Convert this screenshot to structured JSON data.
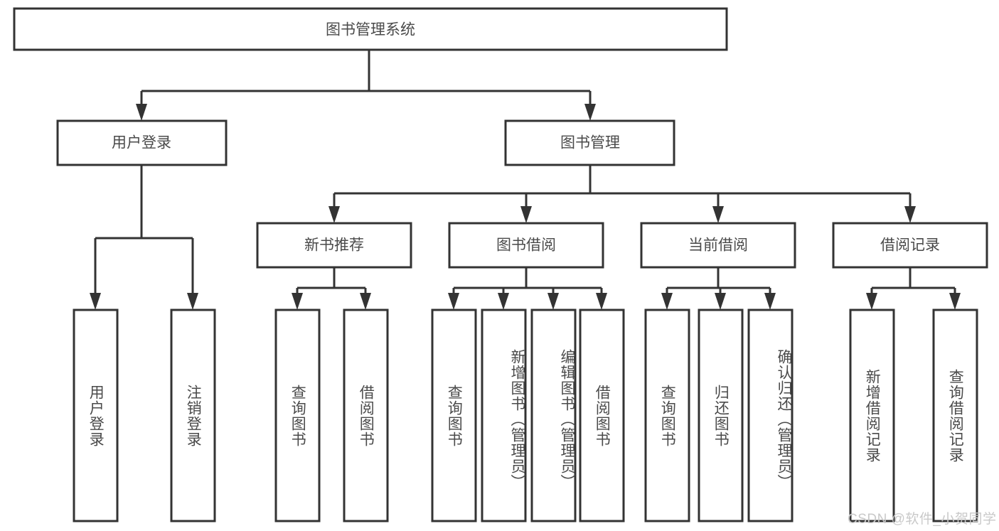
{
  "diagram": {
    "type": "hierarchy-tree",
    "title": "图书管理系统",
    "orientation": "top-down",
    "levels": 4,
    "colors": {
      "box_fill": "#ffffff",
      "box_stroke": "#333333",
      "label_text": "#4a4a4a",
      "connector": "#333333",
      "watermark": "#c9c9c9",
      "background": "#ffffff"
    },
    "root": {
      "label": "图书管理系统"
    },
    "level1": [
      {
        "id": "user-login",
        "label": "用户登录"
      },
      {
        "id": "book-management",
        "label": "图书管理"
      }
    ],
    "level2": [
      {
        "id": "new-book-recommend",
        "label": "新书推荐"
      },
      {
        "id": "book-borrow",
        "label": "图书借阅"
      },
      {
        "id": "current-borrow",
        "label": "当前借阅"
      },
      {
        "id": "borrow-record",
        "label": "借阅记录"
      }
    ],
    "leaves": {
      "user_login": [
        {
          "id": "leaf-user-login",
          "label": "用户登录"
        },
        {
          "id": "leaf-logout-login",
          "label": "注销登录"
        }
      ],
      "new_book_recommend": [
        {
          "id": "leaf-query-book-1",
          "label": "查询图书"
        },
        {
          "id": "leaf-borrow-book-1",
          "label": "借阅图书"
        }
      ],
      "book_borrow": [
        {
          "id": "leaf-query-book-2",
          "label": "查询图书"
        },
        {
          "id": "leaf-add-book",
          "label": "新增图书（管理员）"
        },
        {
          "id": "leaf-edit-book",
          "label": "编辑图书（管理员）"
        },
        {
          "id": "leaf-borrow-book-2",
          "label": "借阅图书"
        }
      ],
      "current_borrow": [
        {
          "id": "leaf-query-book-3",
          "label": "查询图书"
        },
        {
          "id": "leaf-return-book",
          "label": "归还图书"
        },
        {
          "id": "leaf-confirm-return",
          "label": "确认归还（管理员）"
        }
      ],
      "borrow_record": [
        {
          "id": "leaf-add-borrow-record",
          "label": "新增借阅记录"
        },
        {
          "id": "leaf-query-borrow-record",
          "label": "查询借阅记录"
        }
      ]
    }
  },
  "watermark": {
    "text": "CSDN @软件_小贺同学"
  }
}
